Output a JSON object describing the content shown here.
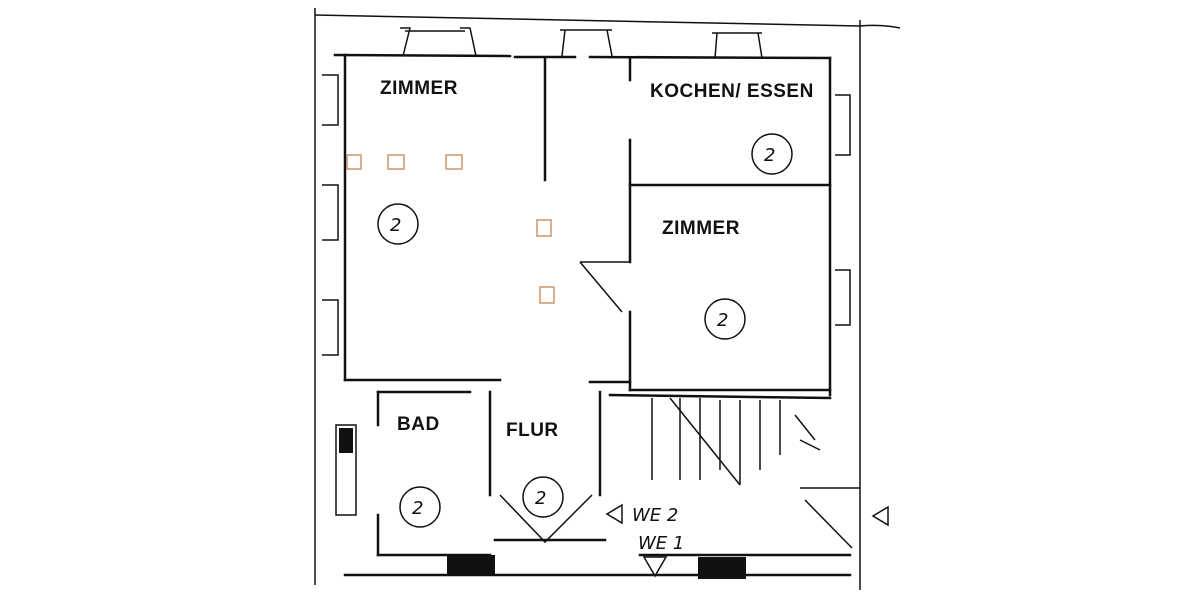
{
  "rooms": [
    {
      "label": "ZIMMER",
      "marker": "2"
    },
    {
      "label": "KOCHEN/ ESSEN",
      "marker": "2"
    },
    {
      "label": "ZIMMER",
      "marker": "2"
    },
    {
      "label": "BAD",
      "marker": "2"
    },
    {
      "label": "FLUR",
      "marker": "2"
    }
  ],
  "entrances": [
    "WE 2",
    "WE 1"
  ],
  "colors": {
    "ink": "#111111",
    "fixture": "#c8966a"
  }
}
